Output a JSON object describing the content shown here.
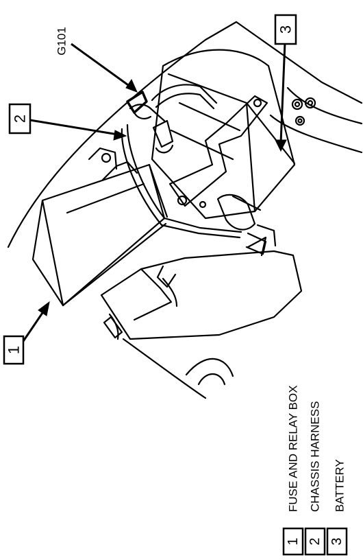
{
  "callouts": [
    {
      "number": "1",
      "description": "FUSE AND RELAY BOX"
    },
    {
      "number": "2",
      "description": "CHASSIS HARNESS"
    },
    {
      "number": "3",
      "description": "BATTERY"
    }
  ],
  "ground_label": "G101"
}
